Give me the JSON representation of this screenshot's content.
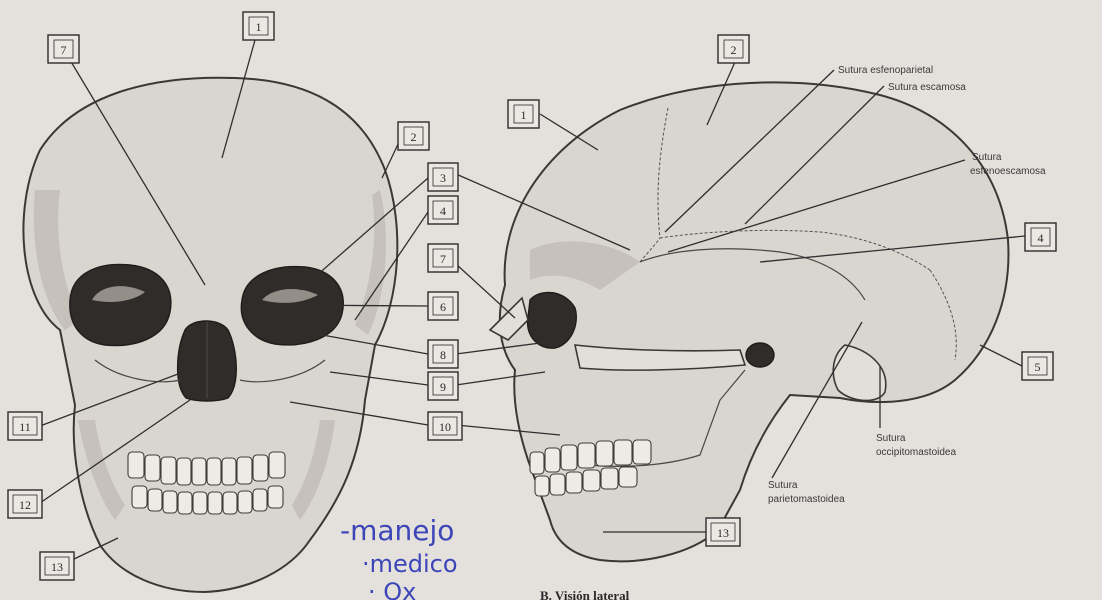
{
  "frontal_view": {
    "labels": [
      "1",
      "2",
      "3",
      "4",
      "6",
      "7",
      "8",
      "9",
      "10",
      "11",
      "12",
      "13"
    ]
  },
  "lateral_view": {
    "labels": [
      "1",
      "2",
      "4",
      "5",
      "7",
      "13"
    ],
    "sutures": {
      "esfenoparietal": "Sutura esfenoparietal",
      "escamosa": "Sutura escamosa",
      "esfenoescamosa_1": "Sutura",
      "esfenoescamosa_2": "esfenoescamosa",
      "occipitomastoidea_1": "Sutura",
      "occipitomastoidea_2": "occipitomastoidea",
      "parietomastoidea_1": "Sutura",
      "parietomastoidea_2": "parietomastoidea"
    },
    "caption": "B. Visión lateral"
  },
  "handwritten_note": {
    "line1": "-manejo",
    "line2": "·medico",
    "line3": "· Qx"
  },
  "colors": {
    "paper": "#e4e1dc",
    "ink": "#2b2b2b",
    "handwriting": "#3c46b8"
  }
}
